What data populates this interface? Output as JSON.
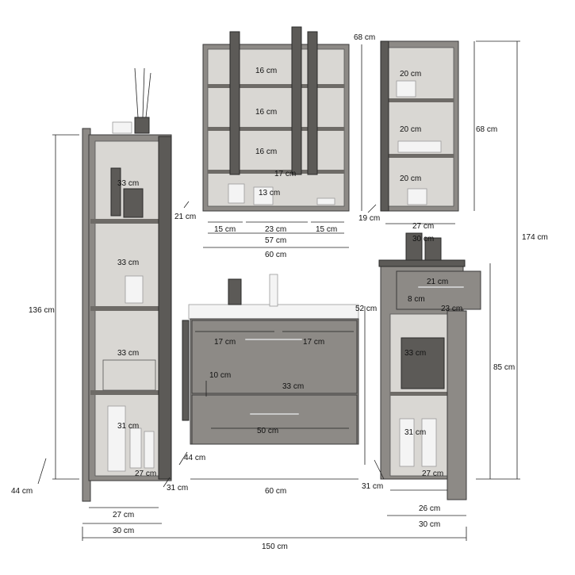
{
  "dimensions": {
    "tall_cabinet": {
      "height": "136 cm",
      "shelf_1": "33 cm",
      "shelf_2": "33 cm",
      "shelf_3": "33 cm",
      "shelf_4": "31 cm",
      "inner_depth": "27 cm",
      "inner_width": "27 cm",
      "width": "30 cm",
      "depth": "31 cm",
      "leg_height": "44 cm"
    },
    "mirror_cabinet": {
      "height": "68 cm",
      "shelf_1": "16 cm",
      "shelf_2": "16 cm",
      "shelf_3": "16 cm",
      "inner_depth": "17 cm",
      "bottom_open": "13 cm",
      "side_depth": "21 cm",
      "compartment_left": "15 cm",
      "compartment_mid": "23 cm",
      "compartment_right": "15 cm",
      "inner_width": "57 cm",
      "width": "60 cm"
    },
    "wall_shelf": {
      "height": "68 cm",
      "shelf_1": "20 cm",
      "shelf_2": "20 cm",
      "shelf_3": "20 cm",
      "depth": "19 cm",
      "inner_width": "27 cm",
      "width": "30 cm"
    },
    "vanity": {
      "height": "52 cm",
      "drawer_left": "17 cm",
      "drawer_right": "17 cm",
      "drawer_height": "10 cm",
      "drawer_depth": "33 cm",
      "drawer_width": "50 cm",
      "depth": "44 cm",
      "width": "60 cm"
    },
    "low_cabinet": {
      "drawer_width": "21 cm",
      "drawer_height": "8 cm",
      "drawer_depth": "23 cm",
      "shelf_1": "33 cm",
      "shelf_2": "31 cm",
      "inner_depth": "27 cm",
      "height": "85 cm",
      "depth": "31 cm",
      "inner_width": "26 cm",
      "width": "30 cm"
    },
    "overall_height": "174 cm",
    "overall_width": "150 cm"
  },
  "colors": {
    "wood": "#8d8a86",
    "wood_dark": "#5c5a57",
    "interior": "#d9d7d3",
    "line": "#222222"
  }
}
